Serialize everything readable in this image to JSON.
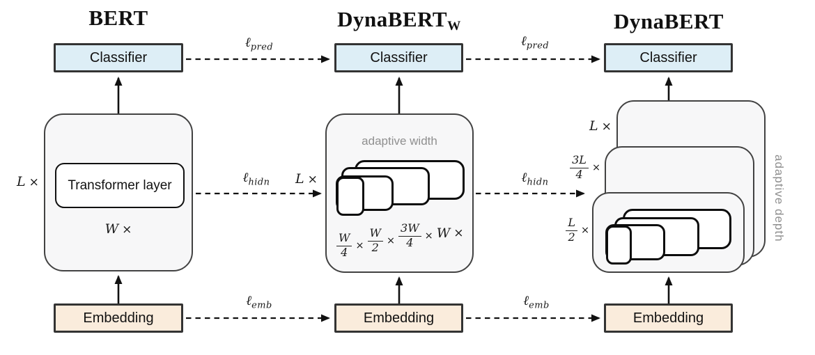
{
  "columns": {
    "bert": {
      "title": "BERT",
      "classifier": "Classifier",
      "embedding": "Embedding",
      "transformer_layer": "Transformer layer",
      "depth_multiplier": "L",
      "width_multiplier": "W",
      "times": "×"
    },
    "dynabert_w": {
      "title": "DynaBERT",
      "title_subscript": "W",
      "classifier": "Classifier",
      "embedding": "Embedding",
      "adaptive_label": "adaptive width",
      "incoming_depth_multiplier": "L",
      "times": "×",
      "width_factors": [
        {
          "num": "W",
          "den": "4"
        },
        {
          "num": "W",
          "den": "2"
        },
        {
          "num": "3W",
          "den": "4"
        },
        {
          "plain": "W"
        }
      ]
    },
    "dynabert": {
      "title": "DynaBERT",
      "classifier": "Classifier",
      "embedding": "Embedding",
      "adaptive_label": "adaptive depth",
      "times": "×",
      "depth_factors": [
        {
          "plain": "L"
        },
        {
          "num": "3L",
          "den": "4"
        },
        {
          "num": "L",
          "den": "2"
        }
      ]
    }
  },
  "losses": {
    "pred": {
      "base": "ℓ",
      "sub": "pred"
    },
    "hidn": {
      "base": "ℓ",
      "sub": "hidn"
    },
    "emb": {
      "base": "ℓ",
      "sub": "emb"
    }
  },
  "colors": {
    "classifier_fill": "#ddeef6",
    "embedding_fill": "#faecdc",
    "module_fill": "#f7f7f8",
    "border_dark": "#333333",
    "muted_text": "#8f8f8f"
  }
}
